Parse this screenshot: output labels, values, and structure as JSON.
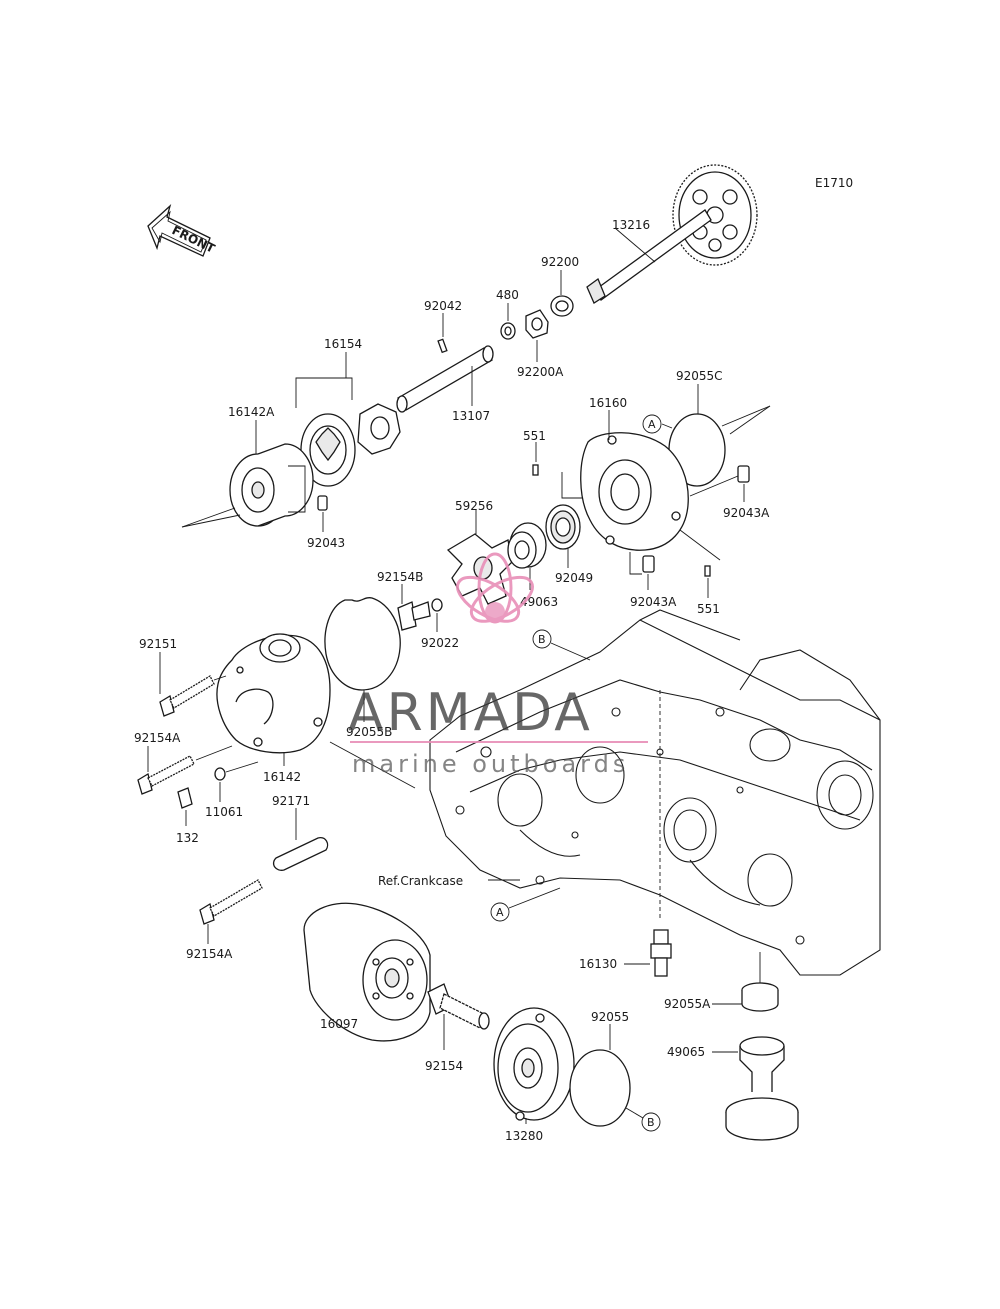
{
  "diagram_code": "E1710",
  "front_label": "FRONT",
  "reference_label": "Ref.Crankcase",
  "watermark": {
    "title": "ARMADA",
    "subtitle": "marine outboards",
    "logo_color": "#e88fb8"
  },
  "callouts": {
    "a1": "A",
    "a2": "A",
    "b1": "B",
    "b2": "B"
  },
  "parts": {
    "p13216": "13216",
    "p92200": "92200",
    "p480": "480",
    "p92042": "92042",
    "p92200A": "92200A",
    "p16154": "16154",
    "p13107": "13107",
    "p16142A": "16142A",
    "p92055C": "92055C",
    "p16160": "16160",
    "p551a": "551",
    "p92043": "92043",
    "p59256": "59256",
    "p92043A_a": "92043A",
    "p92049": "92049",
    "p92154B": "92154B",
    "p49063": "49063",
    "p92043A_b": "92043A",
    "p551b": "551",
    "p92022": "92022",
    "p92151": "92151",
    "p92055B": "92055B",
    "p92154A_a": "92154A",
    "p16142": "16142",
    "p11061": "11061",
    "p132": "132",
    "p92171": "92171",
    "p92154A_b": "92154A",
    "p16130": "16130",
    "p92055A": "92055A",
    "p92055": "92055",
    "p16097": "16097",
    "p49065": "49065",
    "p92154": "92154",
    "p13280": "13280"
  }
}
